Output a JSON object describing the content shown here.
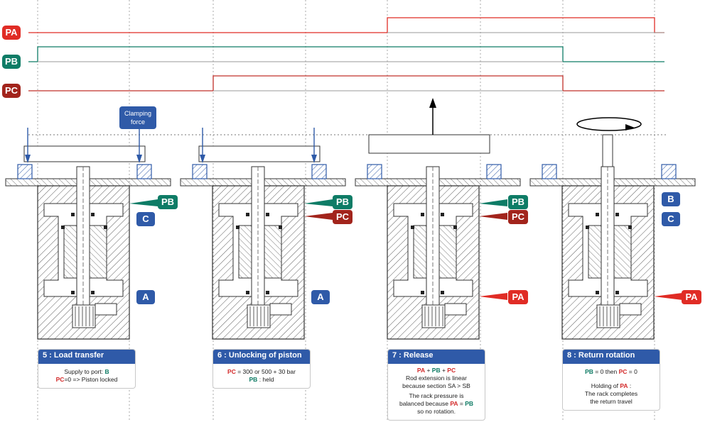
{
  "signals": {
    "pa": {
      "label": "PA",
      "color": "#e02c25"
    },
    "pb": {
      "label": "PB",
      "color": "#0e7c66"
    },
    "pc": {
      "label": "PC",
      "color": "#a2241c"
    }
  },
  "callout": {
    "line1": "Clamping",
    "line2": "force"
  },
  "ports": {
    "a": "A",
    "b": "B",
    "c": "C",
    "pa": "PA",
    "pb": "PB",
    "pc": "PC"
  },
  "steps": [
    {
      "title": "5 : Load transfer",
      "line1_pre": "Supply to port: ",
      "line1_port": "B",
      "line2_port": "PC",
      "line2_text": "=0 => Piston locked"
    },
    {
      "title": "6 : Unlocking of piston",
      "line1_port": "PC",
      "line1_text": " = 300 or 500 + 30 bar",
      "line2_port": "PB",
      "line2_text": " : held"
    },
    {
      "title": "7 : Release",
      "sum_a": "PA",
      "sum_b": "PB",
      "sum_c": "PC",
      "plus": " + ",
      "line2": "Rod extension is linear",
      "line3": "because section SA > SB",
      "line4": "The rack pressure is",
      "line5_pre": "balanced because ",
      "line5_a": "PA",
      "line5_eq": " = ",
      "line5_b": "PB",
      "line6": "so no rotation."
    },
    {
      "title": "8 : Return rotation",
      "line1_a": "PB",
      "line1_mid": " = 0 then ",
      "line1_b": "PC",
      "line1_end": " = 0",
      "line2_pre": "Holding of ",
      "line2_port": "PA",
      "line2_end": " :",
      "line3": "The rack completes",
      "line4": "the return travel"
    }
  ],
  "colors": {
    "blue_badge": "#2f5aa8",
    "hatch": "#333333"
  }
}
